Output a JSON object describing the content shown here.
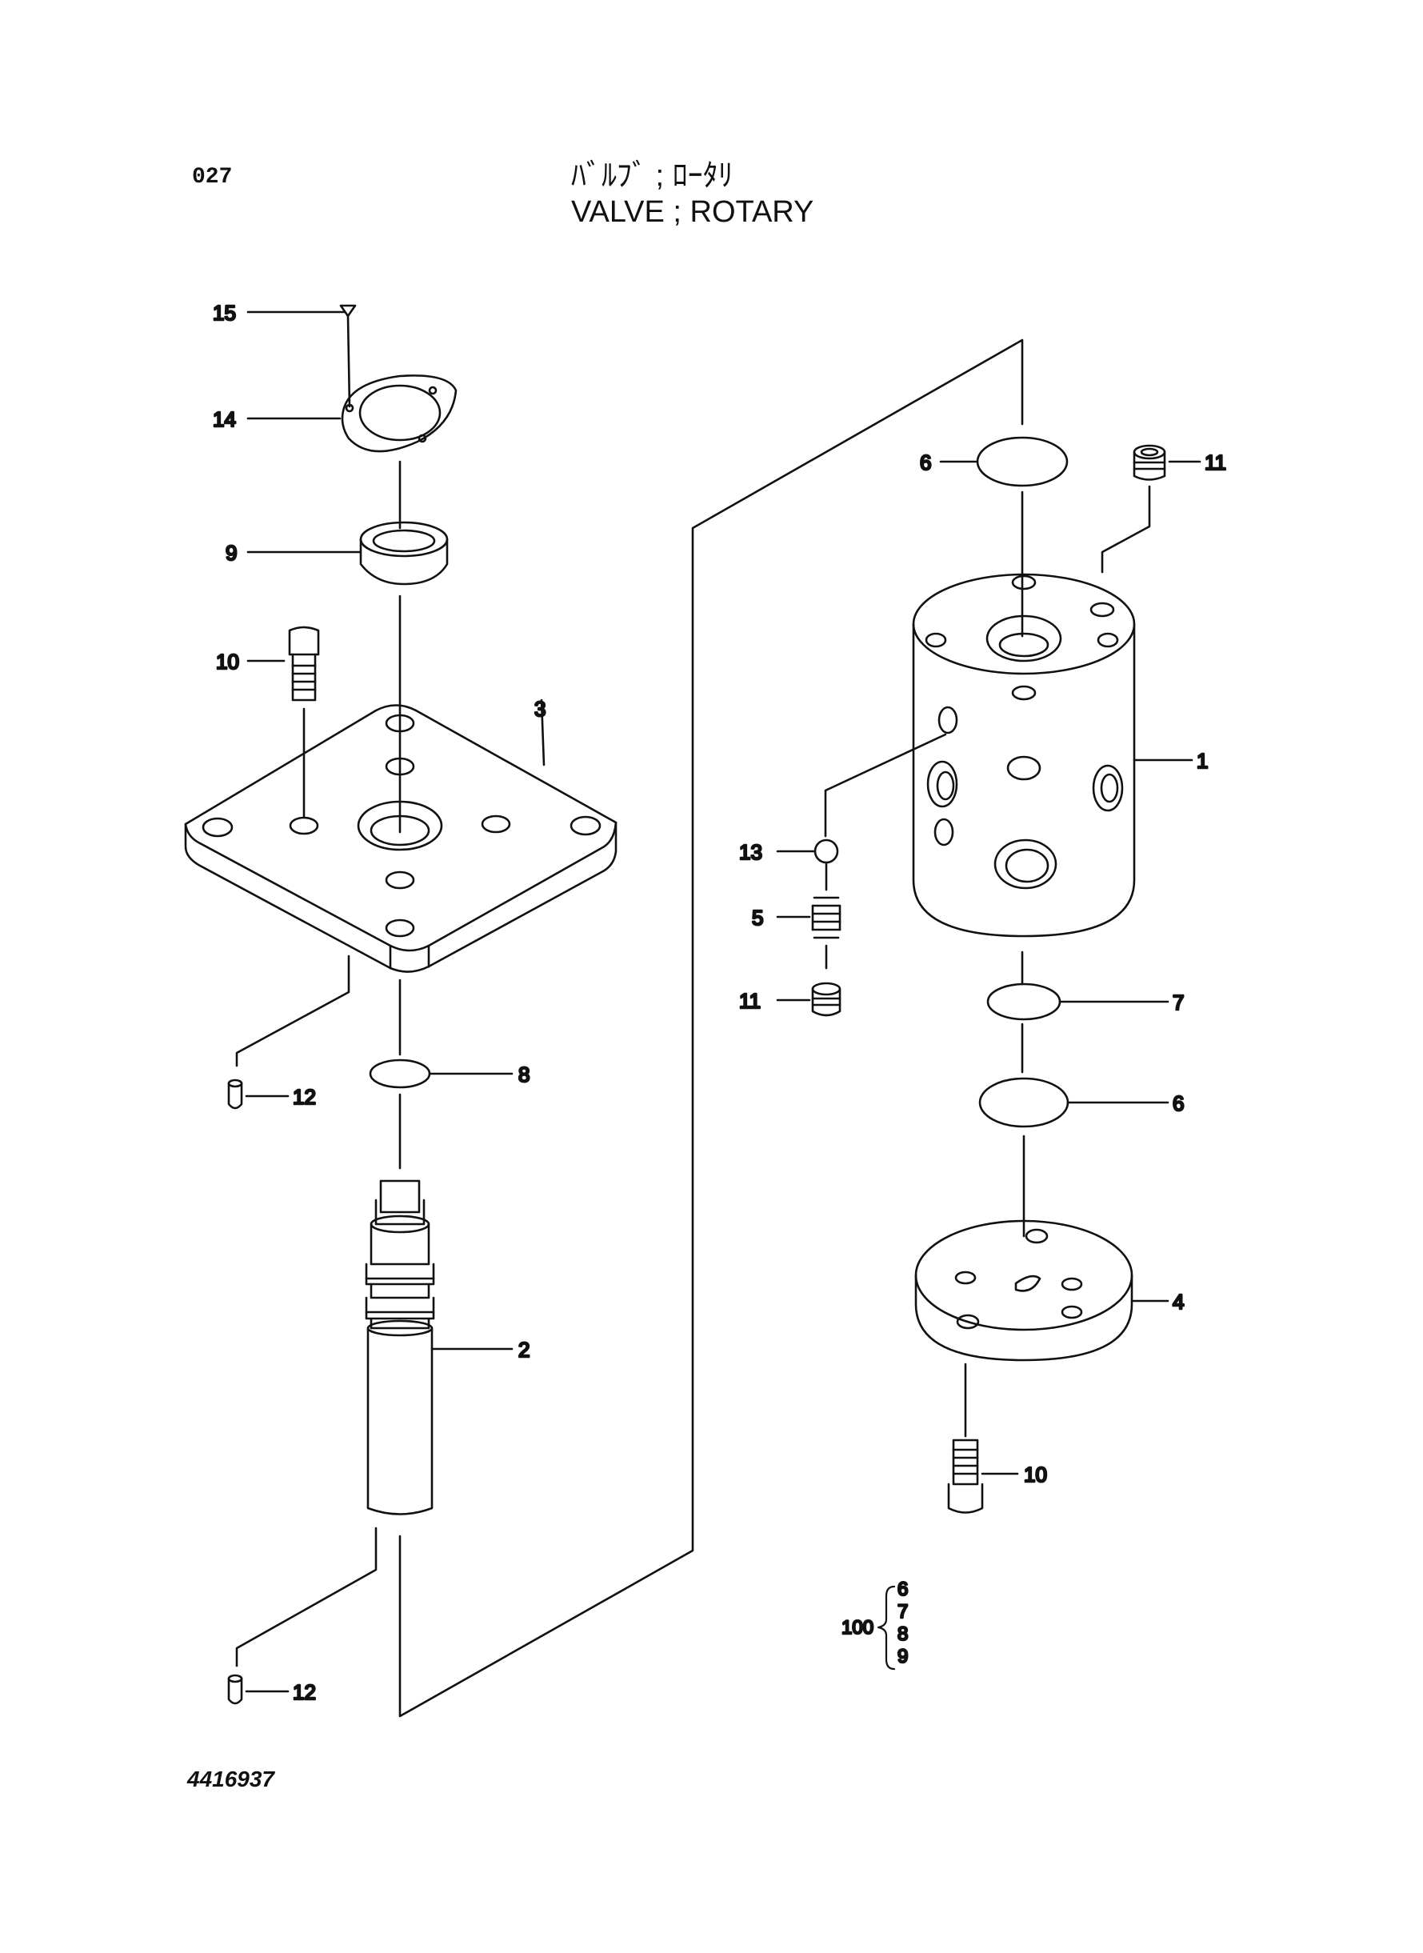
{
  "page_number": "027",
  "title_jp": "ﾊﾞﾙﾌﾞ ; ﾛｰﾀﾘ",
  "title_en": "VALVE ; ROTARY",
  "document_number": "4416937",
  "part_labels": {
    "p15": "15",
    "p14": "14",
    "p9": "9",
    "p10a": "10",
    "p3": "3",
    "p12a": "12",
    "p8": "8",
    "p2": "2",
    "p12b": "12",
    "p6a": "6",
    "p11a": "11",
    "p1": "1",
    "p13": "13",
    "p5": "5",
    "p11b": "11",
    "p7": "7",
    "p6b": "6",
    "p4": "4",
    "p10b": "10"
  },
  "kit": {
    "number": "100",
    "items": [
      "6",
      "7",
      "8",
      "9"
    ]
  }
}
